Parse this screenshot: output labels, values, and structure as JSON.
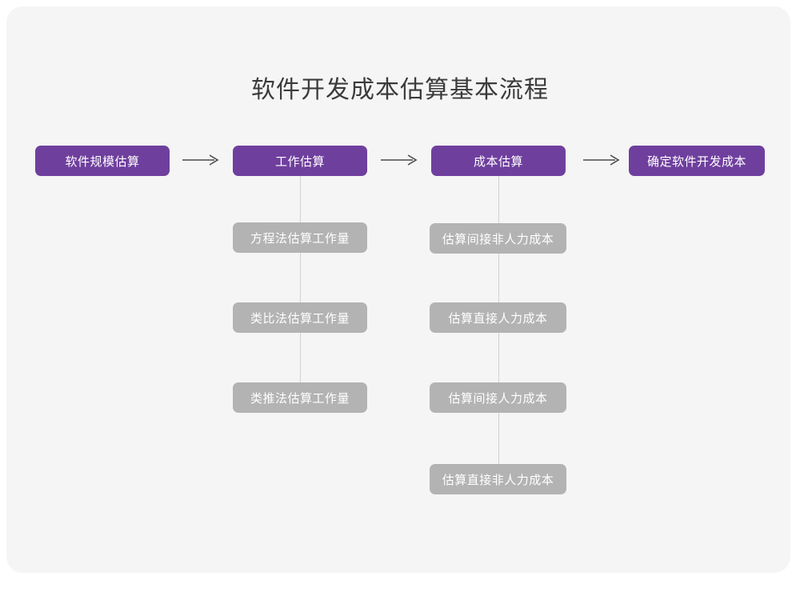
{
  "page": {
    "title": "软件开发成本估算基本流程",
    "background_color": "#ffffff",
    "card_color": "#f5f5f5",
    "accent_color": "#6f3f9e",
    "secondary_color": "#b3b3b3",
    "title_color": "#3b3b3b",
    "connector_color": "#d2d2d2",
    "arrow_color": "#4a4a4a"
  },
  "flow": {
    "main_steps": [
      {
        "label": "软件规模估算"
      },
      {
        "label": "工作估算"
      },
      {
        "label": "成本估算"
      },
      {
        "label": "确定软件开发成本"
      }
    ],
    "arrows": [
      {
        "glyph": "arrow-right"
      },
      {
        "glyph": "arrow-right"
      },
      {
        "glyph": "arrow-right"
      }
    ],
    "branches": [
      {
        "parent": "工作估算",
        "items": [
          {
            "label": "方程法估算工作量"
          },
          {
            "label": "类比法估算工作量"
          },
          {
            "label": "类推法估算工作量"
          }
        ]
      },
      {
        "parent": "成本估算",
        "items": [
          {
            "label": "估算间接非人力成本"
          },
          {
            "label": "估算直接人力成本"
          },
          {
            "label": "估算间接人力成本"
          },
          {
            "label": "估算直接非人力成本"
          }
        ]
      }
    ]
  }
}
